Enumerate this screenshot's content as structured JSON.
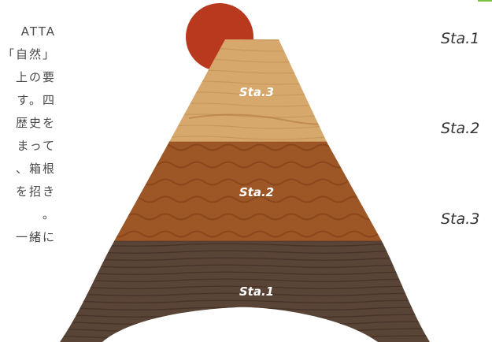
{
  "intro": {
    "lines": [
      "ATTA",
      "「自然」",
      "上の要",
      "す。四",
      "歴史を",
      "まって",
      "、箱根",
      "を招き",
      "。",
      "一緒に"
    ]
  },
  "mountain": {
    "layers": [
      {
        "label": "Sta.3",
        "color": "#d7a86c"
      },
      {
        "label": "Sta.2",
        "color": "#9d5626"
      },
      {
        "label": "Sta.1",
        "color": "#5a4436"
      }
    ],
    "sun_color": "#b8391e"
  },
  "stations": [
    "Sta.1",
    "Sta.2",
    "Sta.3"
  ],
  "accent_color": "#7cc242"
}
